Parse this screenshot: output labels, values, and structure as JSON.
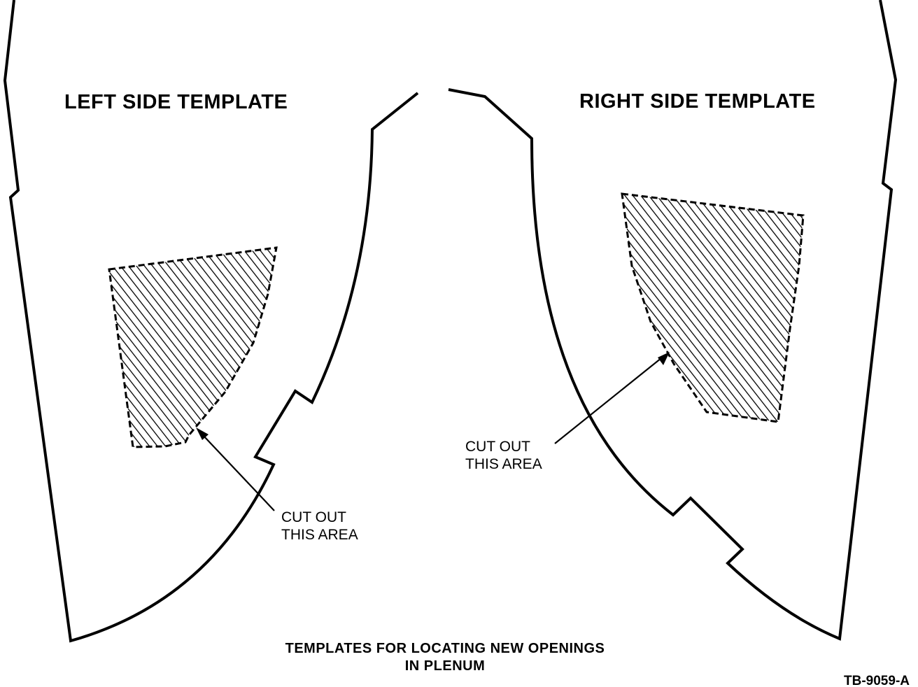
{
  "left_template": {
    "title": "LEFT SIDE TEMPLATE",
    "note_line1": "CUT OUT",
    "note_line2": "THIS AREA"
  },
  "right_template": {
    "title": "RIGHT SIDE TEMPLATE",
    "note_line1": "CUT OUT",
    "note_line2": "THIS AREA"
  },
  "caption": {
    "line1": "TEMPLATES FOR LOCATING NEW OPENINGS",
    "line2": "IN PLENUM"
  },
  "figure_id": "TB-9059-A",
  "colors": {
    "ink": "#000000",
    "paper": "#ffffff"
  }
}
